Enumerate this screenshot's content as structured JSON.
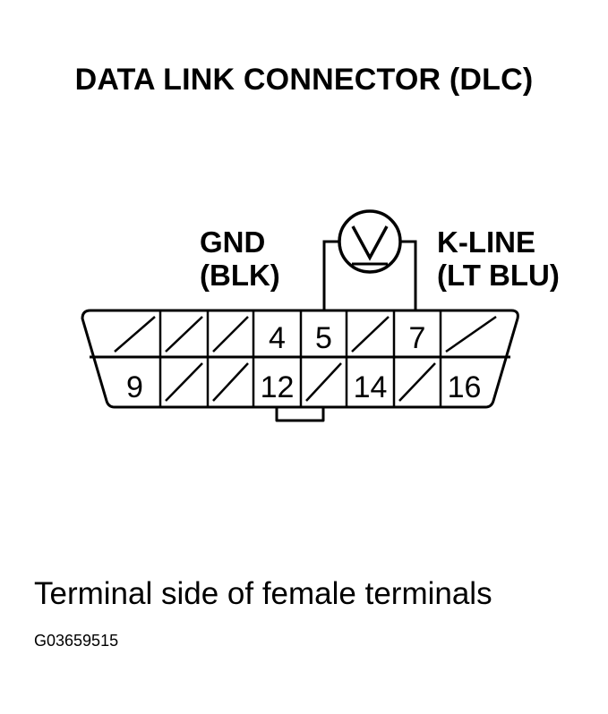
{
  "title": "DATA LINK CONNECTOR (DLC)",
  "labels": {
    "gnd_name": "GND",
    "gnd_wire": "(BLK)",
    "kline_name": "K-LINE",
    "kline_wire": "(LT BLU)"
  },
  "meter": {
    "symbol": "V",
    "icon": "voltmeter-icon"
  },
  "connector": {
    "top_row": [
      "",
      "",
      "",
      "4",
      "5",
      "",
      "7",
      ""
    ],
    "bottom_row": [
      "9",
      "",
      "",
      "12",
      "",
      "14",
      "",
      "16"
    ]
  },
  "caption": "Terminal side of female terminals",
  "figure_code": "G03659515"
}
